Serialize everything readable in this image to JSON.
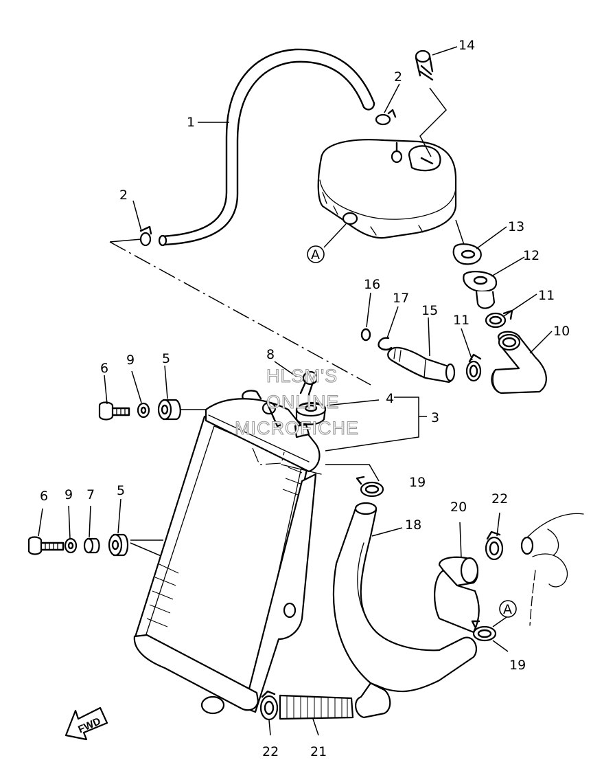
{
  "callouts": {
    "c1": "1",
    "c2a": "2",
    "c2b": "2",
    "c3": "3",
    "c4": "4",
    "c5a": "5",
    "c5b": "5",
    "c6a": "6",
    "c6b": "6",
    "c7": "7",
    "c8": "8",
    "c9a": "9",
    "c9b": "9",
    "c10": "10",
    "c11a": "11",
    "c11b": "11",
    "c12": "12",
    "c13": "13",
    "c14": "14",
    "c15": "15",
    "c16": "16",
    "c17": "17",
    "c18": "18",
    "c19a": "19",
    "c19b": "19",
    "c20": "20",
    "c21": "21",
    "c22a": "22",
    "c22b": "22"
  },
  "reference_marks": {
    "a1": "A",
    "a2": "A"
  },
  "watermark": {
    "line1": "HLSM'S",
    "line2": "ONLINE",
    "line3": "MICROFICHE"
  },
  "direction_arrow": {
    "label": "FWD",
    "icon": "fwd-arrow-icon"
  }
}
